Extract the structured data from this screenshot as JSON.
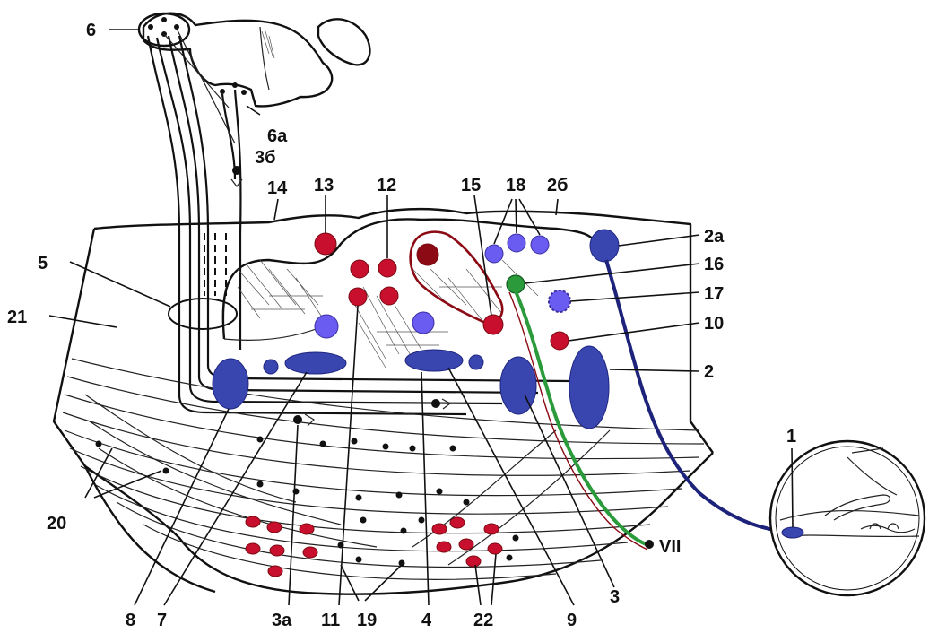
{
  "diagram": {
    "labels": {
      "l1": "1",
      "l2": "2",
      "l2a": "2а",
      "l2b": "2б",
      "l3": "3",
      "l3a": "3а",
      "l3b": "3б",
      "l4": "4",
      "l5": "5",
      "l6": "6",
      "l6a": "6а",
      "l7": "7",
      "l8": "8",
      "l9": "9",
      "l10": "10",
      "l11": "11",
      "l12": "12",
      "l13": "13",
      "l14": "14",
      "l15": "15",
      "l16": "16",
      "l17": "17",
      "l18": "18",
      "l19": "19",
      "l20": "20",
      "l21": "21",
      "l22": "22",
      "lVII": "VII"
    },
    "colors": {
      "red_nucleus": "#c8102e",
      "dark_red": "#8b0a14",
      "blue_nucleus": "#3a46b0",
      "light_blue": "#6a5cf0",
      "green_nucleus": "#2a9a3a",
      "nerve_blue": "#1d237a",
      "outline": "#111111"
    }
  }
}
